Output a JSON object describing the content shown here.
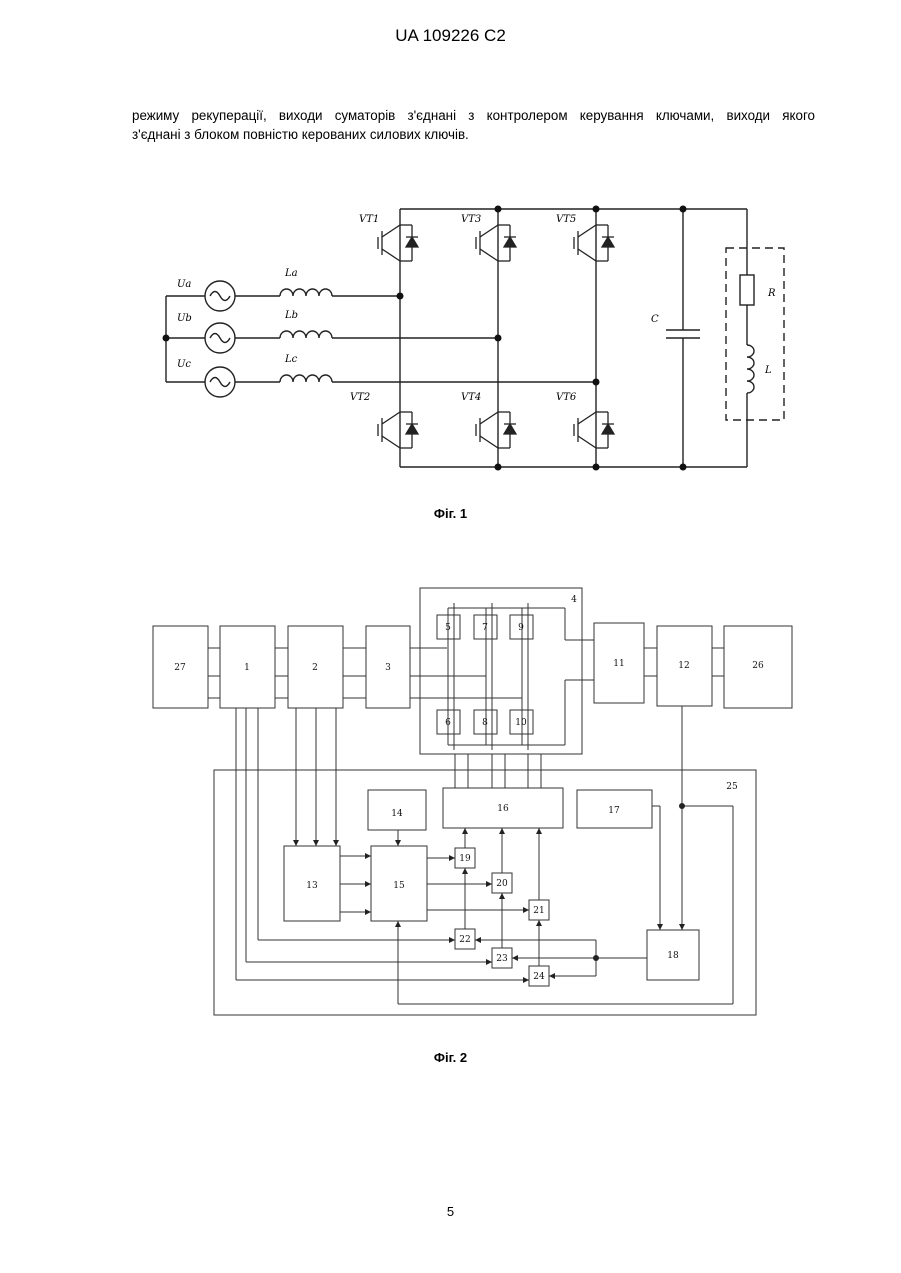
{
  "header": {
    "patent_number": "UA   109226   C2"
  },
  "text": {
    "line1": "режиму рекуперації, виходи суматорів з'єднані з контролером керування ключами, виходи якого",
    "line2": "з'єднані з блоком повністю керованих силових ключів."
  },
  "figure1": {
    "caption": "Фіг. 1",
    "sources": [
      "Ua",
      "Ub",
      "Uc"
    ],
    "inductors": [
      "La",
      "Lb",
      "Lc"
    ],
    "switches_top": [
      "VT1",
      "VT3",
      "VT5"
    ],
    "switches_bottom": [
      "VT2",
      "VT4",
      "VT6"
    ],
    "capacitor": "C",
    "load_resistor": "R",
    "load_inductor": "L"
  },
  "figure2": {
    "caption": "Фіг. 2",
    "blocks": {
      "b1": "1",
      "b2": "2",
      "b3": "3",
      "b4": "4",
      "b5": "5",
      "b6": "6",
      "b7": "7",
      "b8": "8",
      "b9": "9",
      "b10": "10",
      "b11": "11",
      "b12": "12",
      "b13": "13",
      "b14": "14",
      "b15": "15",
      "b16": "16",
      "b17": "17",
      "b18": "18",
      "b19": "19",
      "b20": "20",
      "b21": "21",
      "b22": "22",
      "b23": "23",
      "b24": "24",
      "b25": "25",
      "b26": "26",
      "b27": "27"
    }
  },
  "footer": {
    "page_number": "5"
  }
}
